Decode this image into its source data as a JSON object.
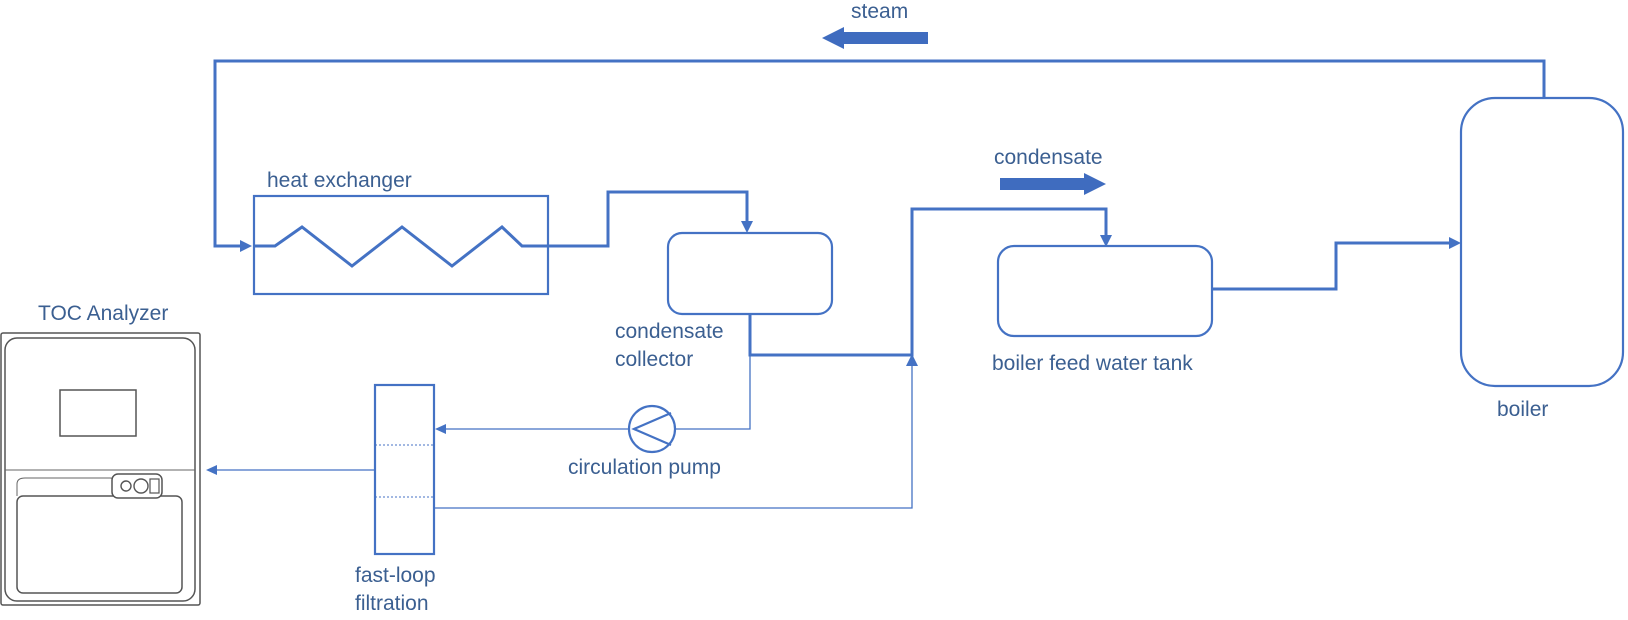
{
  "labels": {
    "steam": "steam",
    "condensate": "condensate",
    "heat_exchanger": "heat exchanger",
    "condensate_collector_line1": "condensate",
    "condensate_collector_line2": "collector",
    "circulation_pump": "circulation pump",
    "boiler_feed_water_tank": "boiler feed water tank",
    "boiler": "boiler",
    "toc_analyzer": "TOC Analyzer",
    "fast_loop_line1": "fast-loop",
    "fast_loop_line2": "filtration"
  },
  "colors": {
    "pipe": "#4472c4",
    "label_text": "#3b5f91",
    "flow_arrow": "#3f6cbf",
    "analyzer_outline": "#555555"
  }
}
